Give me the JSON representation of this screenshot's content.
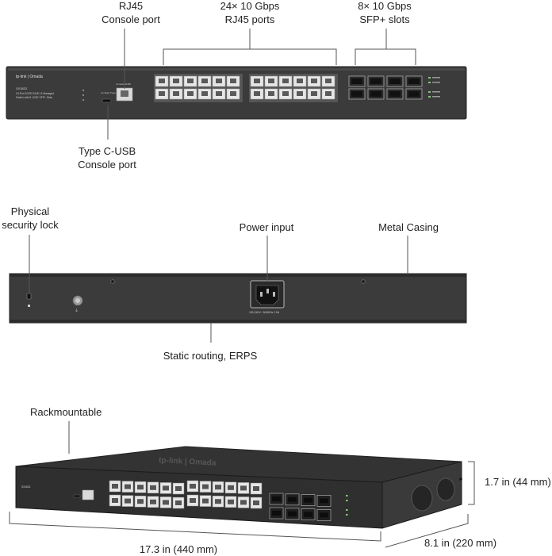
{
  "front_panel": {
    "brand": "tp-link | Omada",
    "model": "SX3832",
    "description_line1": "24-Port 10GE RJ45 L3 Managed",
    "description_line2": "Switch with 8 10GE SFP+ Slots",
    "console_tag": "Console RJ45",
    "usb_tag": "Console Type-C",
    "callouts": {
      "rj45_console": [
        "RJ45",
        "Console port"
      ],
      "rj45_ports": [
        "24× 10 Gbps",
        "RJ45 ports"
      ],
      "sfp_slots": [
        "8× 10 Gbps",
        "SFP+ slots"
      ],
      "usb_console": [
        "Type C-USB",
        "Console port"
      ]
    }
  },
  "rear_panel": {
    "power_rating": "100-240V~ 50/60Hz 2.5A",
    "callouts": {
      "security_lock": [
        "Physical",
        "security lock"
      ],
      "power_input": "Power input",
      "metal_casing": "Metal Casing",
      "routing": "Static routing, ERPS"
    }
  },
  "perspective_view": {
    "top_logo": "tp-link | Omada",
    "callouts": {
      "rackmount": "Rackmountable",
      "height": "1.7 in (44 mm)",
      "width": "17.3  in (440 mm)",
      "depth": "8.1  in (220 mm)"
    }
  },
  "colors": {
    "chassis": "#3b3b3b",
    "chassis_dark": "#2a2a2a",
    "port": "#e6e6e6",
    "line": "#555555"
  }
}
